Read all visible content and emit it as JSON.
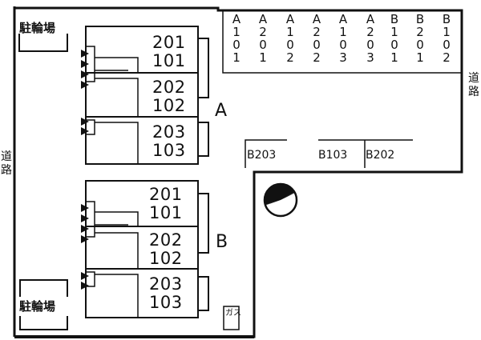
{
  "bicycle_parking": {
    "top": "駐輪場",
    "bottom": "駐輪場"
  },
  "roads": {
    "left": "道路",
    "right": "道路"
  },
  "parking_slots": [
    "A101",
    "A201",
    "A102",
    "A202",
    "A103",
    "A203",
    "B101",
    "B201",
    "B102"
  ],
  "meters": {
    "b203": "B203",
    "b103": "B103",
    "b202": "B202"
  },
  "building_a": {
    "name": "A",
    "units": [
      {
        "upper": "201",
        "lower": "101"
      },
      {
        "upper": "202",
        "lower": "102"
      },
      {
        "upper": "203",
        "lower": "103"
      }
    ]
  },
  "building_b": {
    "name": "B",
    "units": [
      {
        "upper": "201",
        "lower": "101"
      },
      {
        "upper": "202",
        "lower": "102"
      },
      {
        "upper": "203",
        "lower": "103"
      }
    ]
  },
  "gas": "ガス",
  "compass_icon": "north-arrow-icon"
}
